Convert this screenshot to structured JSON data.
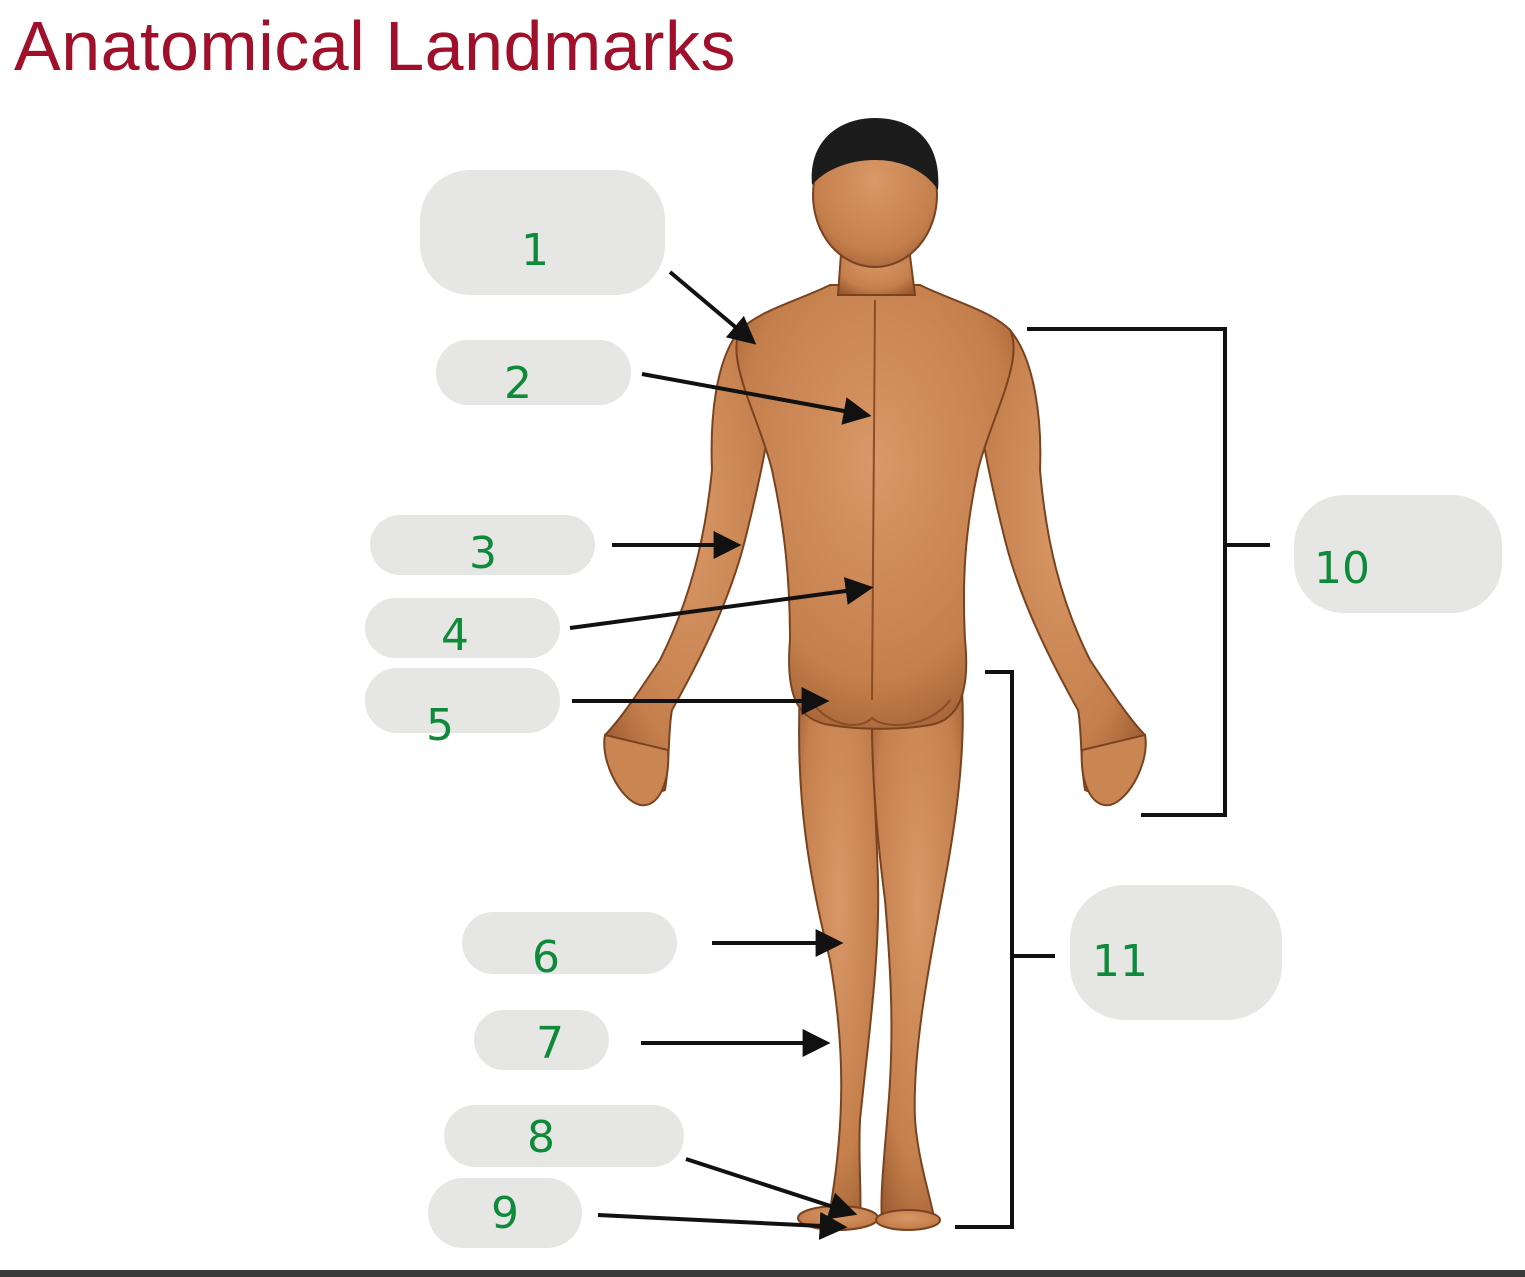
{
  "title": "Anatomical Landmarks",
  "colors": {
    "title": "#a0102a",
    "label_text": "#0f8a3a",
    "label_cloud": "#e6e6e4",
    "arrow": "#111111",
    "skin": "#c98552",
    "hair": "#1c1c1c",
    "bottom_bar": "#3a3a3a"
  },
  "labels": [
    "1",
    "2",
    "3",
    "4",
    "5",
    "6",
    "7",
    "8",
    "9",
    "10",
    "11"
  ]
}
